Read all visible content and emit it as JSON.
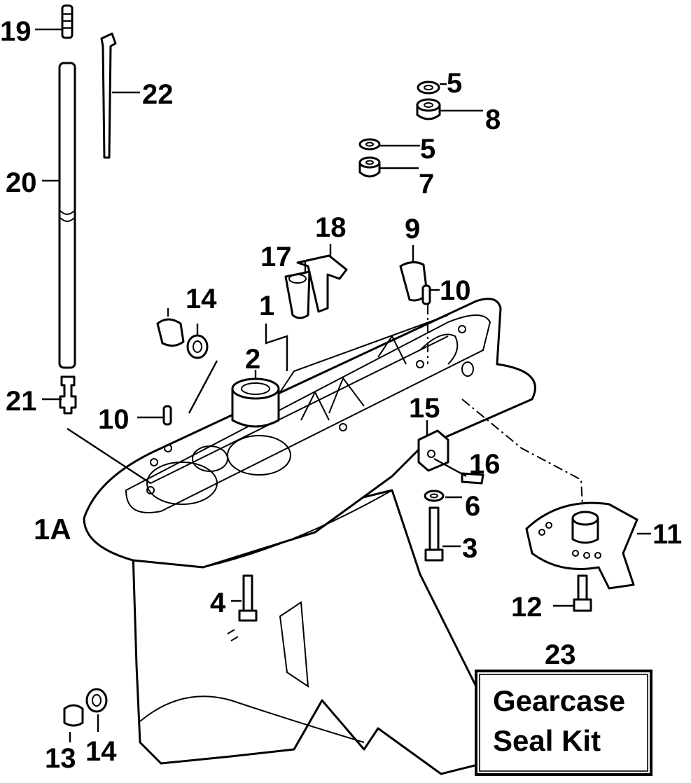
{
  "callouts": {
    "c19": "19",
    "c22": "22",
    "c20": "20",
    "c21": "21",
    "c5a": "5",
    "c8": "8",
    "c5b": "5",
    "c7": "7",
    "c18": "18",
    "c17": "17",
    "c9": "9",
    "c10a": "10",
    "c14a": "14",
    "c1": "1",
    "c2": "2",
    "c10b": "10",
    "c15": "15",
    "c16": "16",
    "c6": "6",
    "c1A": "1A",
    "c11": "11",
    "c3": "3",
    "c4": "4",
    "c12": "12",
    "c23": "23",
    "c13": "13",
    "c14b": "14"
  },
  "kit": {
    "line1": "Gearcase",
    "line2": "Seal Kit"
  }
}
